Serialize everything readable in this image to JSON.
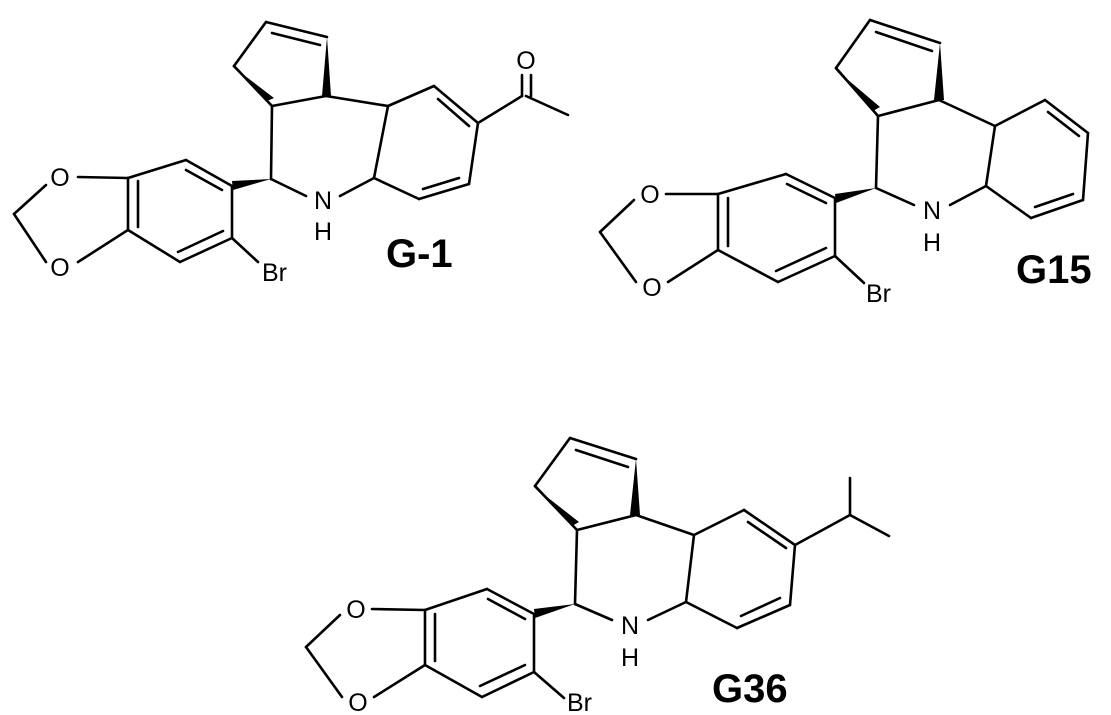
{
  "compounds": [
    {
      "id": "G-1",
      "label": "G-1",
      "atoms": {
        "o1": "O",
        "o2": "O",
        "n": "N",
        "h": "H",
        "br": "Br",
        "o_ketone": "O"
      },
      "substituent": "acetyl"
    },
    {
      "id": "G15",
      "label": "G15",
      "atoms": {
        "o1": "O",
        "o2": "O",
        "n": "N",
        "h": "H",
        "br": "Br"
      },
      "substituent": "none"
    },
    {
      "id": "G36",
      "label": "G36",
      "atoms": {
        "o1": "O",
        "o2": "O",
        "n": "N",
        "h": "H",
        "br": "Br"
      },
      "substituent": "isopropyl"
    }
  ]
}
